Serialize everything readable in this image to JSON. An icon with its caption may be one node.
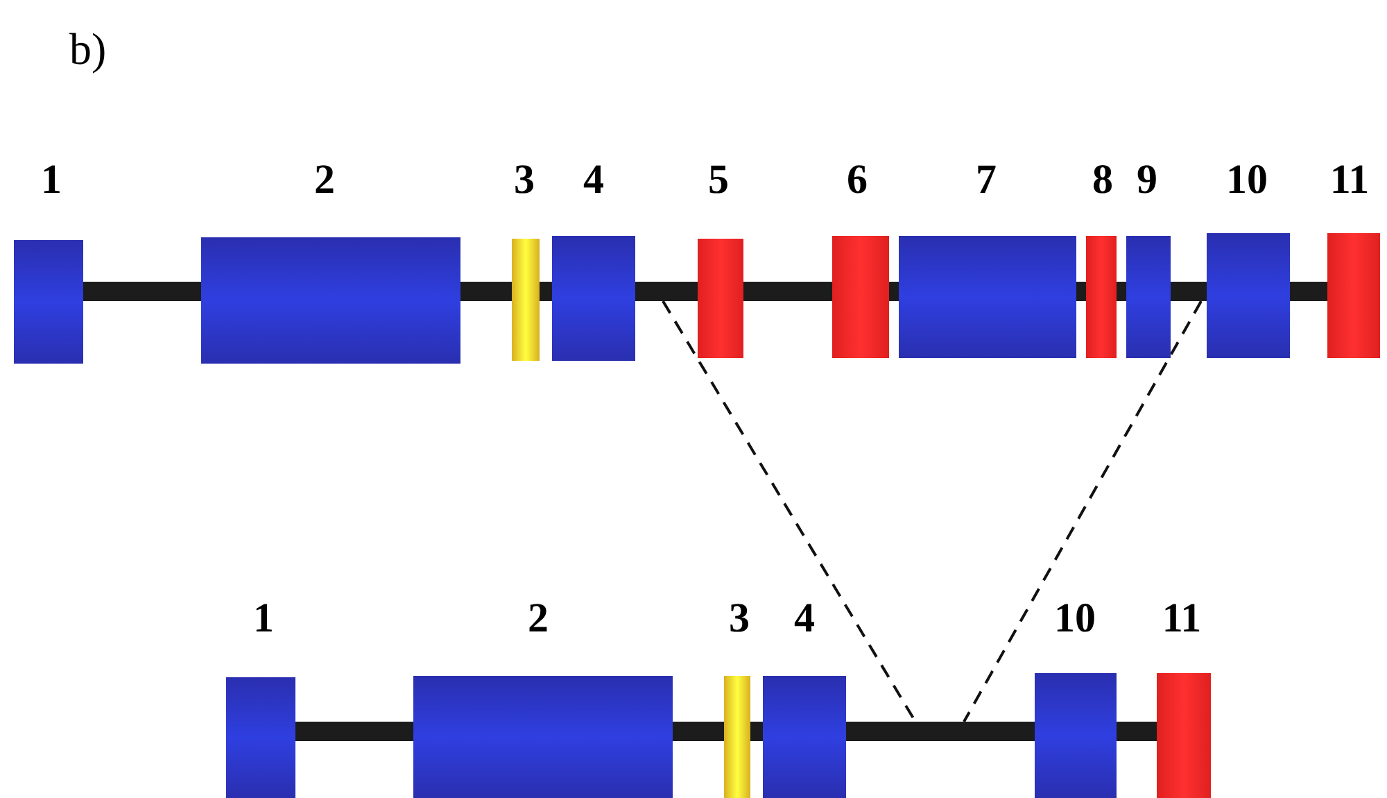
{
  "diagram": {
    "nodes": [
      {
        "text": [],
        "shape": "bar"
      },
      {
        "text": [
          "1"
        ]
      },
      {
        "text": [
          "2"
        ]
      },
      {
        "text": [
          "3"
        ]
      },
      {
        "text": [
          "4"
        ]
      },
      {
        "text": [
          "5"
        ]
      },
      {
        "text": [
          "6"
        ]
      },
      {
        "text": [
          "7"
        ]
      },
      {
        "text": [
          "8"
        ]
      },
      {
        "text": [
          "9"
        ]
      },
      {
        "text": [
          "10"
        ]
      },
      {
        "text": [
          "11"
        ]
      },
      {
        "text": [],
        "shape": "bar"
      },
      {
        "text": [
          "1"
        ]
      },
      {
        "text": [
          "2"
        ]
      },
      {
        "text": [
          "3"
        ]
      },
      {
        "text": [
          "4"
        ]
      },
      {
        "text": [
          "10"
        ]
      },
      {
        "text": [
          "11"
        ]
      }
    ],
    "edges": [
      {
        "from": 0,
        "to": 12,
        "arrow": "none",
        "style": "dashed"
      },
      {
        "from": 0,
        "to": 12,
        "arrow": "none",
        "style": "dashed"
      }
    ],
    "labels": [
      "b)"
    ]
  }
}
